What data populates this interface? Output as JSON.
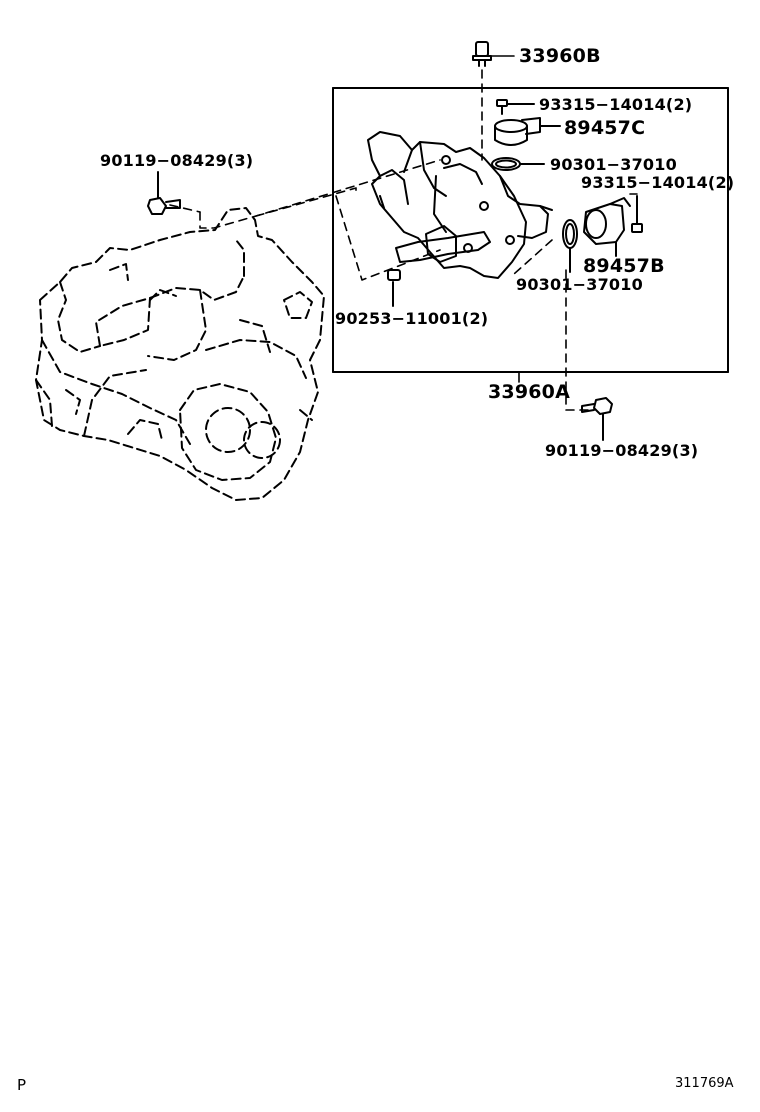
{
  "labels": {
    "p33960b": "33960B",
    "p93315_top": "93315−14014(2)",
    "p89457c": "89457C",
    "p90301_top": "90301−37010",
    "p93315_right": "93315−14014(2)",
    "p90119_left": "90119−08429(3)",
    "p89457b": "89457B",
    "p90301_bottom": "90301−37010",
    "p90253": "90253−11001(2)",
    "p33960a": "33960A",
    "p90119_right": "90119−08429(3)"
  },
  "footer": {
    "left_mark": "P",
    "ref_code": "311769A"
  },
  "colors": {
    "ink": "#000000",
    "paper": "#ffffff"
  }
}
